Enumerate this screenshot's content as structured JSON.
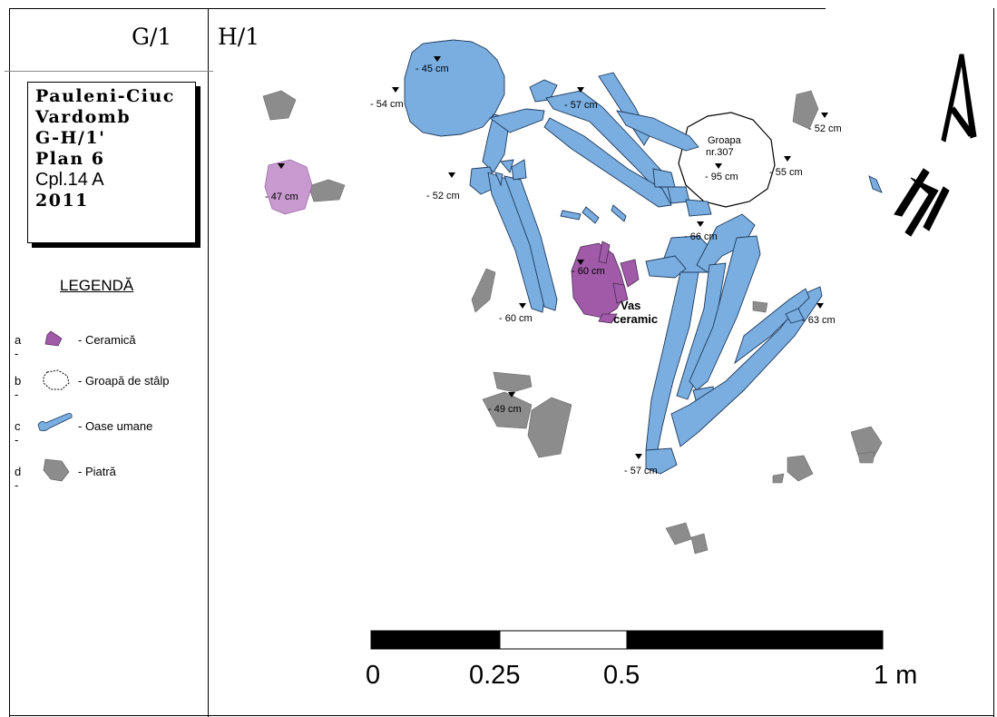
{
  "grid": {
    "left_label": "G/1",
    "right_label": "H/1"
  },
  "info_box": {
    "line1": "Pauleni-Ciuc",
    "line2": "Vardomb",
    "line3": "G-H/1'",
    "line4": "Plan 6",
    "line5": "Cpl.14 A",
    "line6": "2011"
  },
  "legend": {
    "title": "LEGENDĂ",
    "items": [
      {
        "letter": "a -",
        "label": "- Ceramică",
        "icon": "ceramic-icon",
        "color": "#a05aa8"
      },
      {
        "letter": "b -",
        "label": "- Groapă de stâlp",
        "icon": "posthole-icon",
        "color": "#ffffff"
      },
      {
        "letter": "c -",
        "label": "- Oase umane",
        "icon": "bone-icon",
        "color": "#7aaee0"
      },
      {
        "letter": "d -",
        "label": "- Piatră",
        "icon": "stone-icon",
        "color": "#8c8c8c"
      }
    ]
  },
  "pit": {
    "line1": "Groapa",
    "line2": "nr.307"
  },
  "vessel": {
    "line1": "Vas",
    "line2": "ceramic"
  },
  "elevations": [
    "- 45 cm",
    "- 54 cm",
    "- 57 cm",
    "- 52 cm",
    "- 47 cm",
    "- 52 cm",
    "- 95 cm",
    "- 55 cm",
    "- 66 cm",
    "- 60 cm",
    "- 60 cm",
    "- 63 cm",
    "- 49 cm",
    "- 57 cm"
  ],
  "scale": {
    "labels": [
      "0",
      "0.25",
      "0.5",
      "1 m"
    ]
  },
  "colors": {
    "bone": "#7aaee0",
    "stone": "#8c8c8c",
    "ceramic": "#a05aa8",
    "ceramic_light": "#c89ad0"
  }
}
